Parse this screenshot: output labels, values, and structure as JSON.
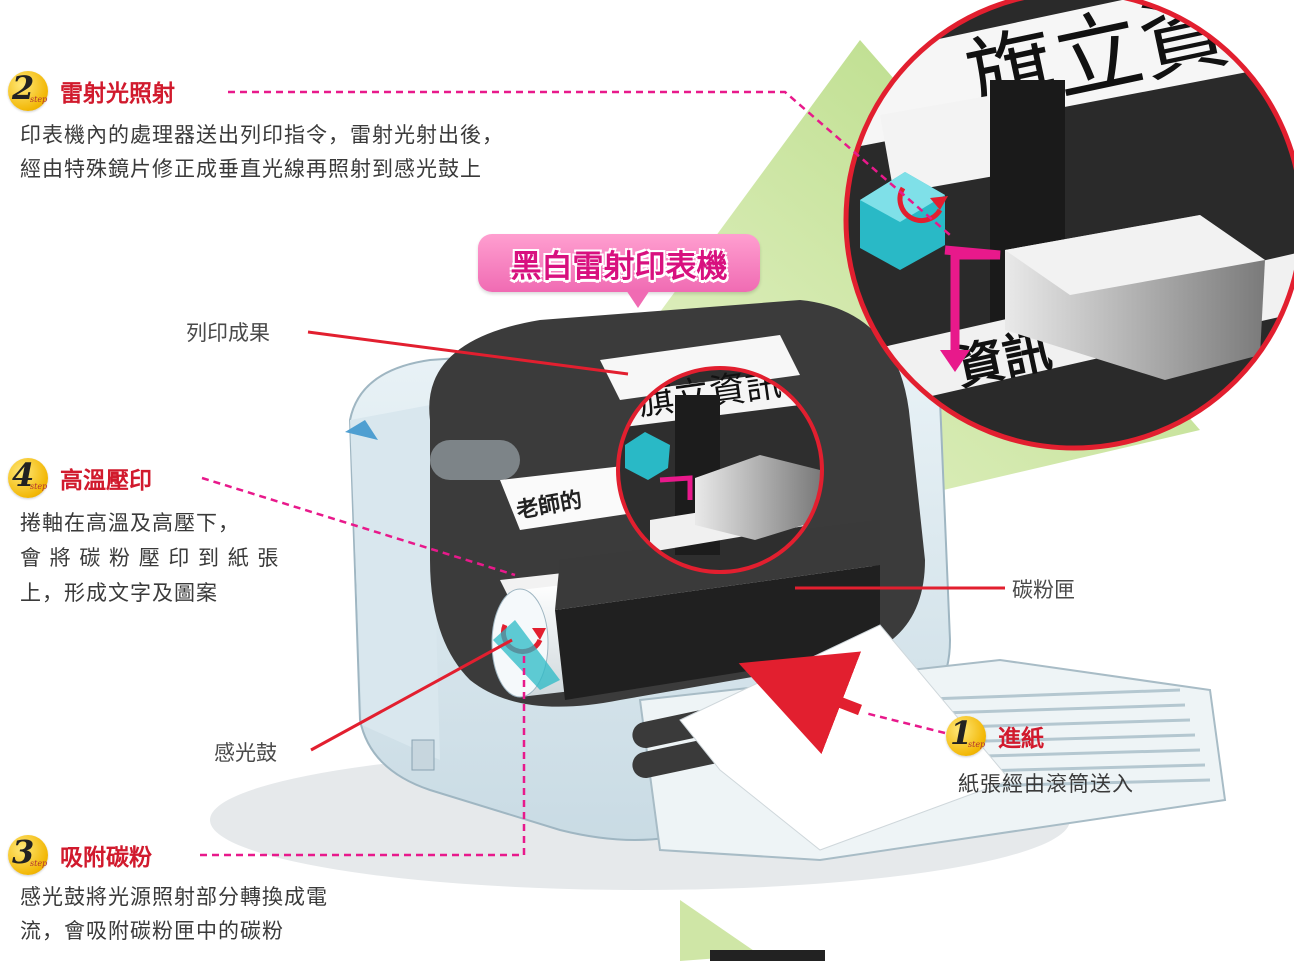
{
  "steps": {
    "s1": {
      "num": "1",
      "sub": "step",
      "title": "進紙",
      "desc": [
        "紙張經由滾筒送入"
      ]
    },
    "s2": {
      "num": "2",
      "sub": "step",
      "title": "雷射光照射",
      "desc": [
        "印表機內的處理器送出列印指令，雷射光射出後，",
        "經由特殊鏡片修正成垂直光線再照射到感光鼓上"
      ]
    },
    "s3": {
      "num": "3",
      "sub": "step",
      "title": "吸附碳粉",
      "desc": [
        "感光鼓將光源照射部分轉換成電",
        "流，會吸附碳粉匣中的碳粉"
      ]
    },
    "s4": {
      "num": "4",
      "sub": "step",
      "title": "高溫壓印",
      "desc": [
        "捲軸在高溫及高壓下，",
        "會 將 碳 粉 壓 印 到 紙 張",
        "上，形成文字及圖案"
      ]
    }
  },
  "labels": {
    "output": "列印成果",
    "toner": "碳粉匣",
    "drum": "感光鼓"
  },
  "banner": "黑白雷射印表機",
  "paper_text": {
    "zoom": "旗立資",
    "inner": "旗立資訊",
    "mirror": "老師的",
    "zoom_side": "資訊"
  },
  "colors": {
    "accent_red": "#d11a2d",
    "leader_red": "#e21f2f",
    "laser_pink": "#e8198b",
    "drum_cyan": "#29b9c6",
    "badge_yellow": "#f2b705",
    "zoom_green": "#c8e39a"
  }
}
